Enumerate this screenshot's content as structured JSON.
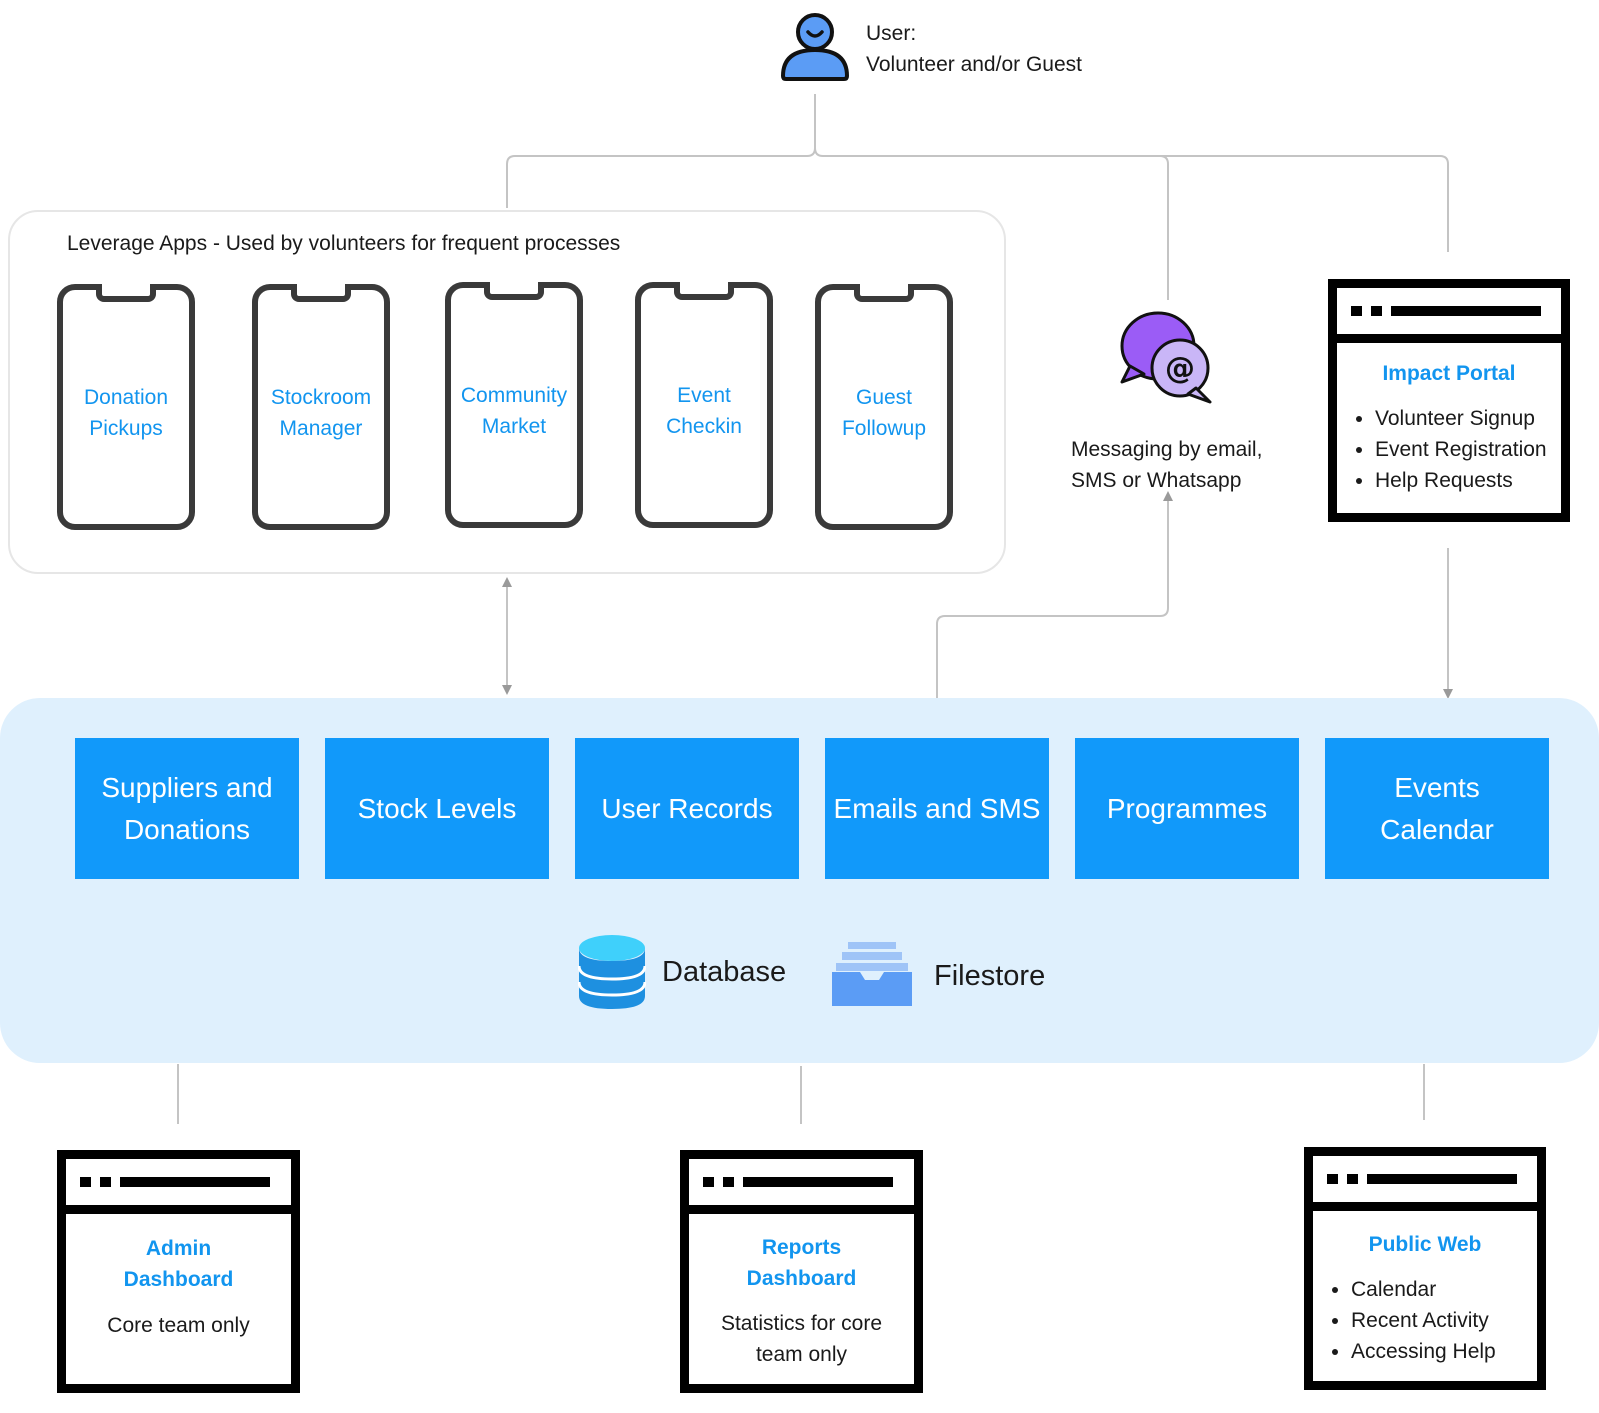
{
  "user": {
    "icon": "user-icon",
    "line1": "User:",
    "line2": "Volunteer and/or Guest"
  },
  "leverage": {
    "title": "Leverage Apps - Used by volunteers for frequent processes",
    "apps": [
      {
        "label": "Donation\nPickups",
        "icon": "phone-icon"
      },
      {
        "label": "Stockroom\nManager",
        "icon": "phone-icon"
      },
      {
        "label": "Community\nMarket",
        "icon": "phone-icon"
      },
      {
        "label": "Event\nCheckin",
        "icon": "phone-icon"
      },
      {
        "label": "Guest\nFollowup",
        "icon": "phone-icon"
      }
    ]
  },
  "messaging": {
    "icon": "chat-bubbles-icon",
    "text_line1": "Messaging by email,",
    "text_line2": "SMS or Whatsapp"
  },
  "impact_portal": {
    "title": "Impact Portal",
    "items": [
      "Volunteer Signup",
      "Event Registration",
      "Help Requests"
    ]
  },
  "backend": {
    "tiles": [
      "Suppliers and\nDonations",
      "Stock Levels",
      "User Records",
      "Emails and SMS",
      "Programmes",
      "Events\nCalendar"
    ],
    "database_label": "Database",
    "filestore_label": "Filestore"
  },
  "admin_dashboard": {
    "title_line1": "Admin",
    "title_line2": "Dashboard",
    "subtitle": "Core team only"
  },
  "reports_dashboard": {
    "title_line1": "Reports",
    "title_line2": "Dashboard",
    "subtitle_line1": "Statistics for core",
    "subtitle_line2": "team only"
  },
  "public_web": {
    "title": "Public Web",
    "items": [
      "Calendar",
      "Recent Activity",
      "Accessing Help"
    ]
  },
  "colors": {
    "accent_blue": "#1295ef",
    "tile_blue": "#1199fa",
    "backend_bg": "#dff0fd",
    "user_blue": "#5b9cf5",
    "chat_purple": "#9b5cf6",
    "connector_gray": "#c4c4c4"
  }
}
